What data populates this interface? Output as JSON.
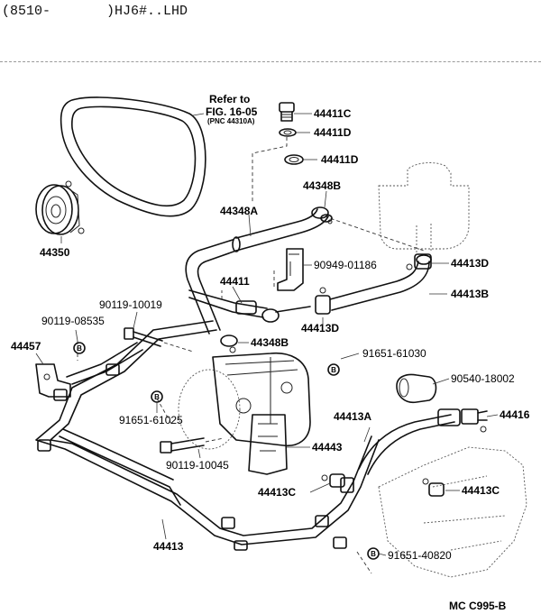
{
  "header": {
    "left": "(8510-",
    "right": ")HJ6#..LHD"
  },
  "refer": {
    "line1": "Refer to",
    "line2": "FIG. 16-05",
    "line3": "(PNC 44310A)"
  },
  "labels": {
    "p44411c": "44411C",
    "p44411d_a": "44411D",
    "p44411d_b": "44411D",
    "p44348b_a": "44348B",
    "p44348a": "44348A",
    "p44350": "44350",
    "p90949": "90949-01186",
    "p44413d_a": "44413D",
    "p44411": "44411",
    "p44413b": "44413B",
    "p90119_10019": "90119-10019",
    "p90119_08535": "90119-08535",
    "p44413d_b": "44413D",
    "p44457": "44457",
    "p44348b_b": "44348B",
    "p91651_61030": "91651-61030",
    "p90540": "90540-18002",
    "p91651_61025": "91651-61025",
    "p44413a": "44413A",
    "p44416": "44416",
    "p44443": "44443",
    "p90119_10045": "90119-10045",
    "p44413c_a": "44413C",
    "p44413c_b": "44413C",
    "p44413": "44413",
    "p91651_40820": "91651-40820",
    "code": "MC C995-B"
  },
  "marker": "B"
}
